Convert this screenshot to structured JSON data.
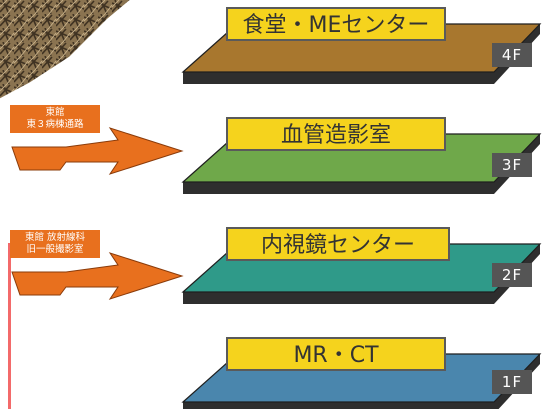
{
  "floors": [
    {
      "label": "食堂・MEセンター",
      "badge": "4F",
      "color": "#a8772e"
    },
    {
      "label": "血管造影室",
      "badge": "3F",
      "color": "#6fa84a"
    },
    {
      "label": "内視鏡センター",
      "badge": "2F",
      "color": "#2f9a89"
    },
    {
      "label": "MR・CT",
      "badge": "1F",
      "color": "#4a86ad"
    }
  ],
  "connections": [
    {
      "lines": [
        "東館",
        "東３病棟通路"
      ],
      "floor": "3F"
    },
    {
      "lines": [
        "東館 放射線科",
        "旧一般撮影室"
      ],
      "floor": "2F"
    }
  ],
  "colors": {
    "label_bg": "#f5d31d",
    "arrow": "#e8701e",
    "badge_bg": "#555555",
    "side": "#2e2e2e",
    "marker": "#f36a6a"
  },
  "icons": [
    "arrow-right-icon"
  ]
}
